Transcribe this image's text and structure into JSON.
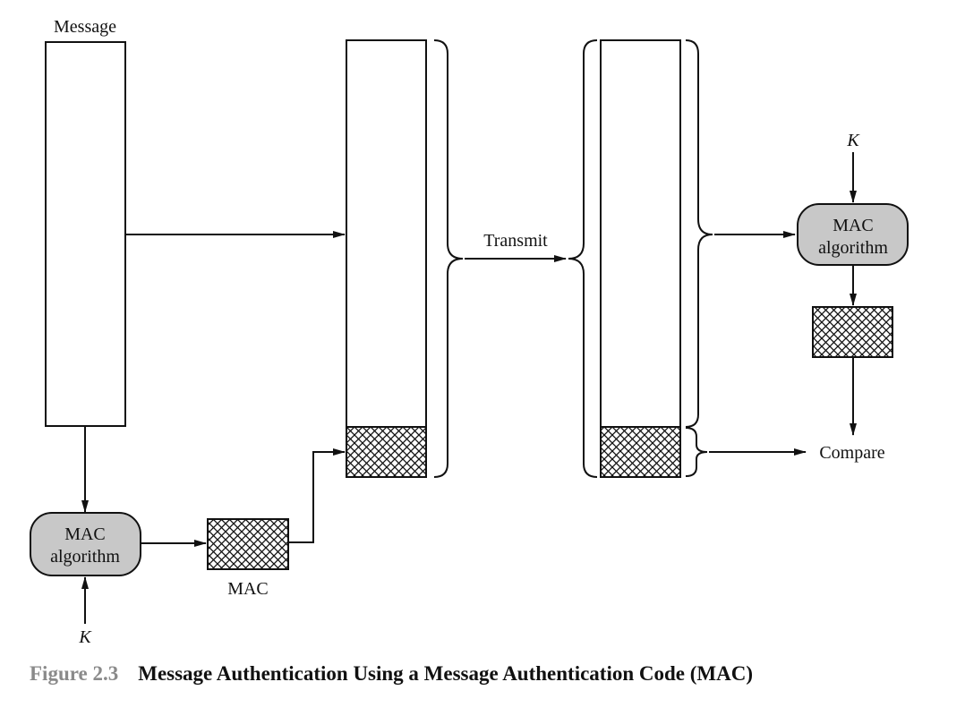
{
  "diagram": {
    "labels": {
      "message": "Message",
      "transmit": "Transmit",
      "compare": "Compare",
      "mac": "MAC",
      "key_sender": "K",
      "key_receiver": "K"
    },
    "mac_algorithm_sender": {
      "line1": "MAC",
      "line2": "algorithm"
    },
    "mac_algorithm_receiver": {
      "line1": "MAC",
      "line2": "algorithm"
    }
  },
  "caption": {
    "number": "Figure 2.3",
    "title": "Message Authentication Using a Message Authentication Code (MAC)"
  },
  "colors": {
    "ink": "#111111",
    "algorithm_fill": "#c8c8c8",
    "caption_number": "#8a8a8a"
  }
}
